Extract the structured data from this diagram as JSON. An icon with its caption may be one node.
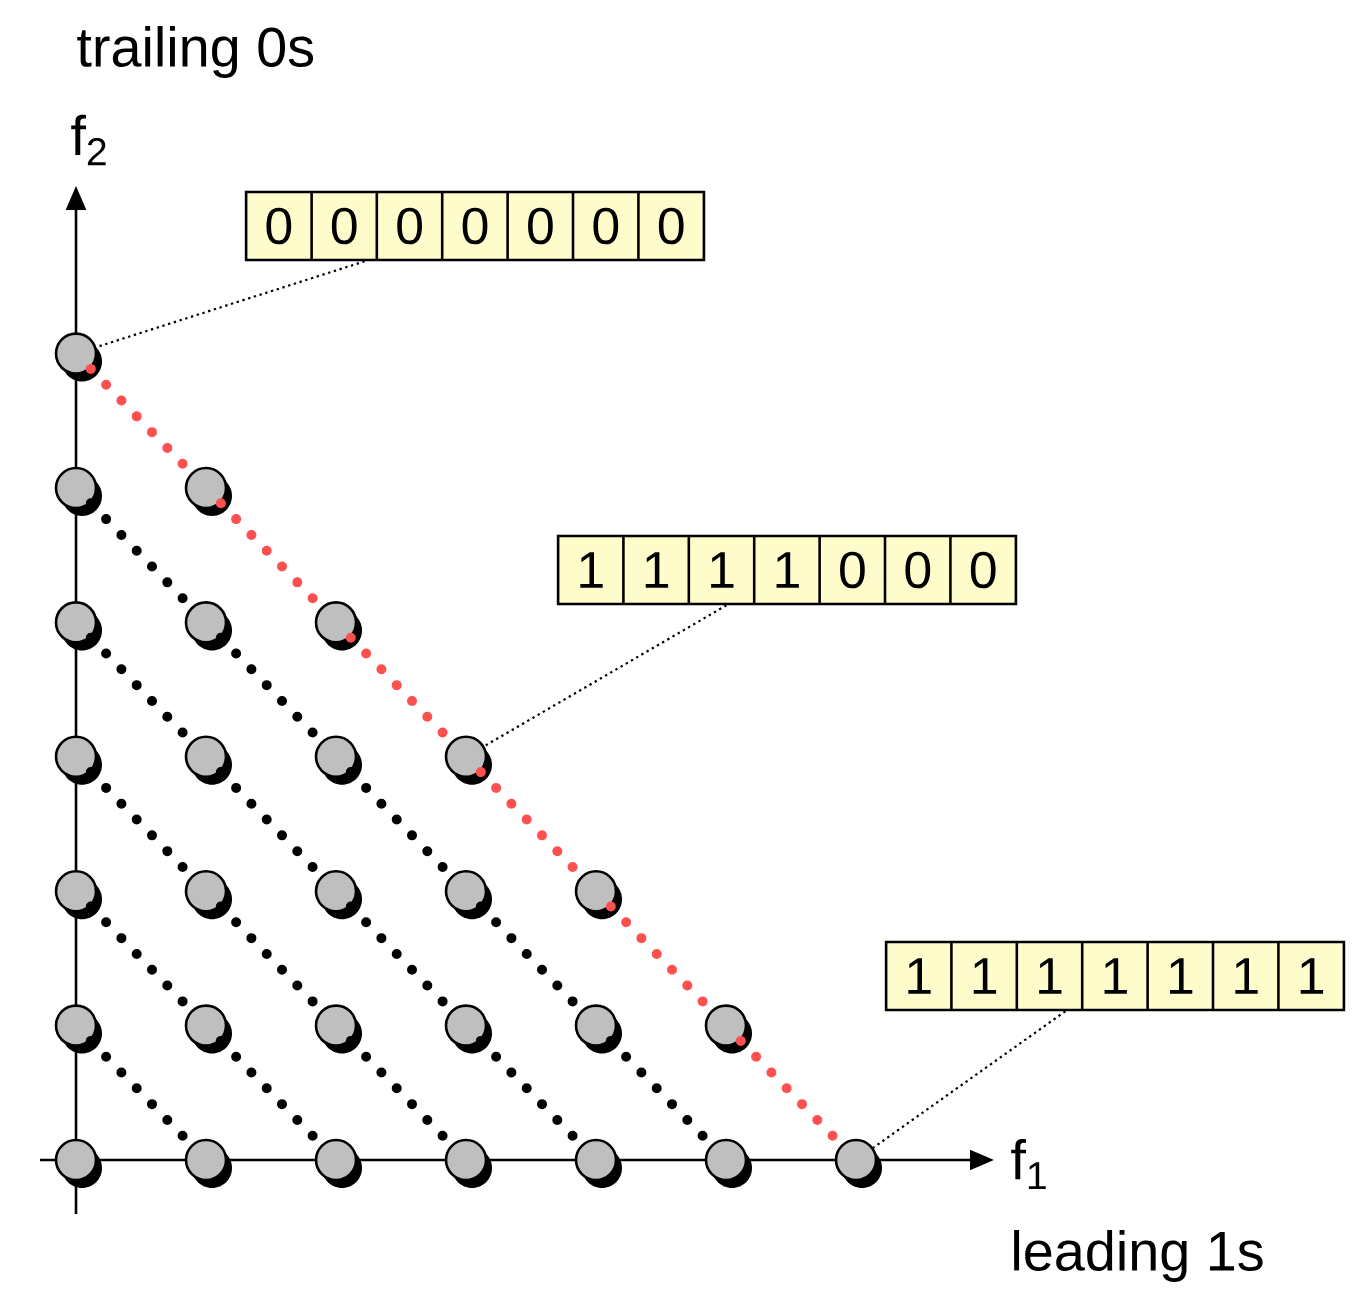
{
  "diagram": {
    "nodes": [
      {
        "text": [
          "0",
          "0",
          "0",
          "0",
          "0",
          "0",
          "0"
        ]
      },
      {
        "text": [
          "1",
          "1",
          "1",
          "1",
          "0",
          "0",
          "0"
        ]
      },
      {
        "text": [
          "1",
          "1",
          "1",
          "1",
          "1",
          "1",
          "1"
        ]
      },
      {
        "text": [],
        "shape": "circle"
      },
      {
        "text": [],
        "shape": "circle"
      },
      {
        "text": [],
        "shape": "circle"
      },
      {
        "text": [],
        "shape": "circle"
      },
      {
        "text": [],
        "shape": "circle"
      },
      {
        "text": [],
        "shape": "circle"
      },
      {
        "text": [],
        "shape": "circle"
      },
      {
        "text": [],
        "shape": "circle"
      },
      {
        "text": [],
        "shape": "circle"
      },
      {
        "text": [],
        "shape": "circle"
      },
      {
        "text": [],
        "shape": "circle"
      },
      {
        "text": [],
        "shape": "circle"
      },
      {
        "text": [],
        "shape": "circle"
      },
      {
        "text": [],
        "shape": "circle"
      },
      {
        "text": [],
        "shape": "circle"
      },
      {
        "text": [],
        "shape": "circle"
      },
      {
        "text": [],
        "shape": "circle"
      },
      {
        "text": [],
        "shape": "circle"
      },
      {
        "text": [],
        "shape": "circle"
      },
      {
        "text": [],
        "shape": "circle"
      },
      {
        "text": [],
        "shape": "circle"
      },
      {
        "text": [],
        "shape": "circle"
      },
      {
        "text": [],
        "shape": "circle"
      },
      {
        "text": [],
        "shape": "circle"
      },
      {
        "text": [],
        "shape": "circle"
      },
      {
        "text": [],
        "shape": "circle"
      },
      {
        "text": [],
        "shape": "circle"
      },
      {
        "text": [],
        "shape": "circle"
      }
    ],
    "edges": [
      {
        "from": 0,
        "to": 3,
        "arrow": "none",
        "style": "dashed"
      },
      {
        "from": 1,
        "to": 12,
        "arrow": "none",
        "style": "dashed"
      },
      {
        "from": 2,
        "to": 30,
        "arrow": "none",
        "style": "dashed"
      },
      {
        "from": 18,
        "to": 25,
        "arrow": "none",
        "style": "dashed"
      },
      {
        "from": 13,
        "to": 19,
        "arrow": "none",
        "style": "dashed"
      },
      {
        "from": 19,
        "to": 26,
        "arrow": "none",
        "style": "dashed"
      },
      {
        "from": 9,
        "to": 14,
        "arrow": "none",
        "style": "dashed"
      },
      {
        "from": 14,
        "to": 20,
        "arrow": "none",
        "style": "dashed"
      },
      {
        "from": 20,
        "to": 27,
        "arrow": "none",
        "style": "dashed"
      },
      {
        "from": 6,
        "to": 10,
        "arrow": "none",
        "style": "dashed"
      },
      {
        "from": 10,
        "to": 15,
        "arrow": "none",
        "style": "dashed"
      },
      {
        "from": 15,
        "to": 21,
        "arrow": "none",
        "style": "dashed"
      },
      {
        "from": 21,
        "to": 28,
        "arrow": "none",
        "style": "dashed"
      },
      {
        "from": 4,
        "to": 7,
        "arrow": "none",
        "style": "dashed"
      },
      {
        "from": 7,
        "to": 11,
        "arrow": "none",
        "style": "dashed"
      },
      {
        "from": 11,
        "to": 16,
        "arrow": "none",
        "style": "dashed"
      },
      {
        "from": 16,
        "to": 22,
        "arrow": "none",
        "style": "dashed"
      },
      {
        "from": 22,
        "to": 29,
        "arrow": "none",
        "style": "dashed"
      },
      {
        "from": 3,
        "to": 5,
        "arrow": "none",
        "style": "dashed",
        "color": "#ff5050"
      },
      {
        "from": 5,
        "to": 8,
        "arrow": "none",
        "style": "dashed",
        "color": "#ff5050"
      },
      {
        "from": 8,
        "to": 12,
        "arrow": "none",
        "style": "dashed",
        "color": "#ff5050"
      },
      {
        "from": 12,
        "to": 17,
        "arrow": "none",
        "style": "dashed",
        "color": "#ff5050"
      },
      {
        "from": 17,
        "to": 23,
        "arrow": "none",
        "style": "dashed",
        "color": "#ff5050"
      },
      {
        "from": 23,
        "to": 30,
        "arrow": "none",
        "style": "dashed",
        "color": "#ff5050"
      }
    ],
    "labels": [
      "trailing 0s",
      "f$_{2}$",
      "f$_{1}$",
      "leading 1s"
    ]
  }
}
